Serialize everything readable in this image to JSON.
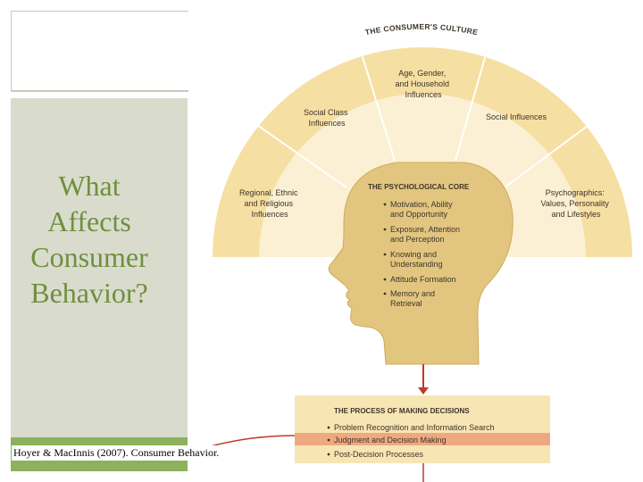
{
  "slide": {
    "title_lines": [
      "What",
      "Affects",
      "Consumer",
      "Behavior?"
    ],
    "citation": "Hoyer & MacInnis (2007). Consumer Behavior."
  },
  "diagram": {
    "culture_title": "THE CONSUMER'S CULTURE",
    "segments": [
      {
        "name": "regional",
        "lines": [
          "Regional, Ethnic",
          "and Religious",
          "Influences"
        ]
      },
      {
        "name": "social-class",
        "lines": [
          "Social Class",
          "Influences"
        ]
      },
      {
        "name": "age-gender",
        "lines": [
          "Age, Gender,",
          "and Household",
          "Influences"
        ]
      },
      {
        "name": "social",
        "lines": [
          "Social Influences"
        ]
      },
      {
        "name": "psychographics",
        "lines": [
          "Psychographics:",
          "Values, Personality",
          "and Lifestyles"
        ]
      }
    ],
    "core": {
      "title": "THE PSYCHOLOGICAL CORE",
      "items": [
        [
          "Motivation, Ability",
          "and Opportunity"
        ],
        [
          "Exposure, Attention",
          "and Perception"
        ],
        [
          "Knowing and",
          "Understanding"
        ],
        [
          "Attitude Formation"
        ],
        [
          "Memory and",
          "Retrieval"
        ]
      ]
    },
    "decisions": {
      "title": "THE PROCESS OF MAKING DECISIONS",
      "items": [
        "Problem Recognition and Information Search",
        "Judgment and Decision Making",
        "Post-Decision Processes"
      ],
      "highlighted_index": 1
    },
    "colors": {
      "outer_fan": "#f6dfa2",
      "inner_fan": "#fbf0d3",
      "divider": "#ffffff",
      "head": "#e2c680",
      "head_outline": "#cfa958",
      "arrow": "#c0392b",
      "decision_box": "#f8e5b4",
      "highlight_row": "#eea981",
      "title_green": "#6f8f3e",
      "panel": "#d9dccd",
      "accent_green": "#8db15c"
    }
  }
}
